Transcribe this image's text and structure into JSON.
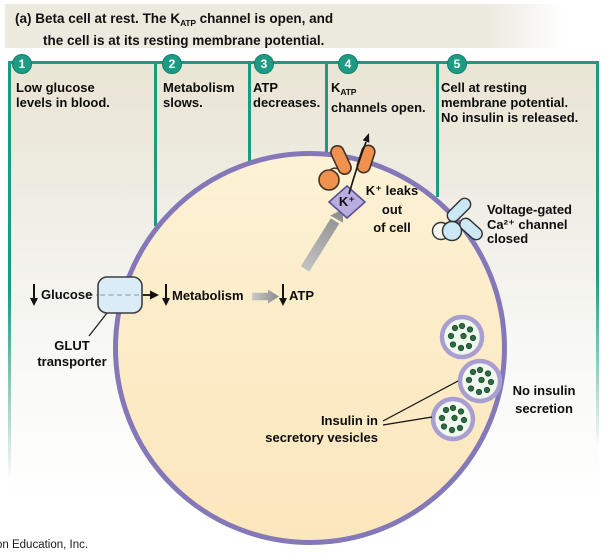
{
  "title": {
    "prefix": "(a) Beta cell at rest.",
    "l1a": " The K",
    "l1sub": "ATP",
    "l1b": " channel is open, and",
    "line2": "the cell is at its resting membrane potential."
  },
  "steps": [
    {
      "num": "1",
      "text": "Low glucose\nlevels in blood."
    },
    {
      "num": "2",
      "text": "Metabolism\nslows."
    },
    {
      "num": "3",
      "text": "ATP\ndecreases."
    },
    {
      "num": "4",
      "pre": "K",
      "sub": "ATP",
      "post": "channels open."
    },
    {
      "num": "5",
      "text": "Cell at resting\nmembrane potential.\nNo insulin is released."
    }
  ],
  "cell": {
    "glucose_label": "Glucose",
    "metabolism_label": "Metabolism",
    "atp_label": "ATP",
    "glut_label": "GLUT\ntransporter",
    "k_ion": "K⁺",
    "k_leaks_label": "K⁺ leaks\nout\nof cell",
    "vgcc_label": "Voltage-gated\nCa²⁺ channel\nclosed",
    "insulin_label": "Insulin in\nsecretory vesicles",
    "no_insulin_label": "No insulin\nsecretion"
  },
  "footer": {
    "credit": "on Education, Inc."
  },
  "colors": {
    "teal": "#1D9A83",
    "header_beige": "#EAE5D4",
    "cell_fill": "#FCECC8",
    "membrane_purple": "#8478B8",
    "channel_orange": "#F0914E",
    "channel_blue": "#CCE7F6",
    "katp_diamond": "#B9ADE0",
    "vesicle_ring": "#A89ED1",
    "vesicle_dot": "#2D6B41",
    "arrow_gray": "#9A9A9A"
  }
}
